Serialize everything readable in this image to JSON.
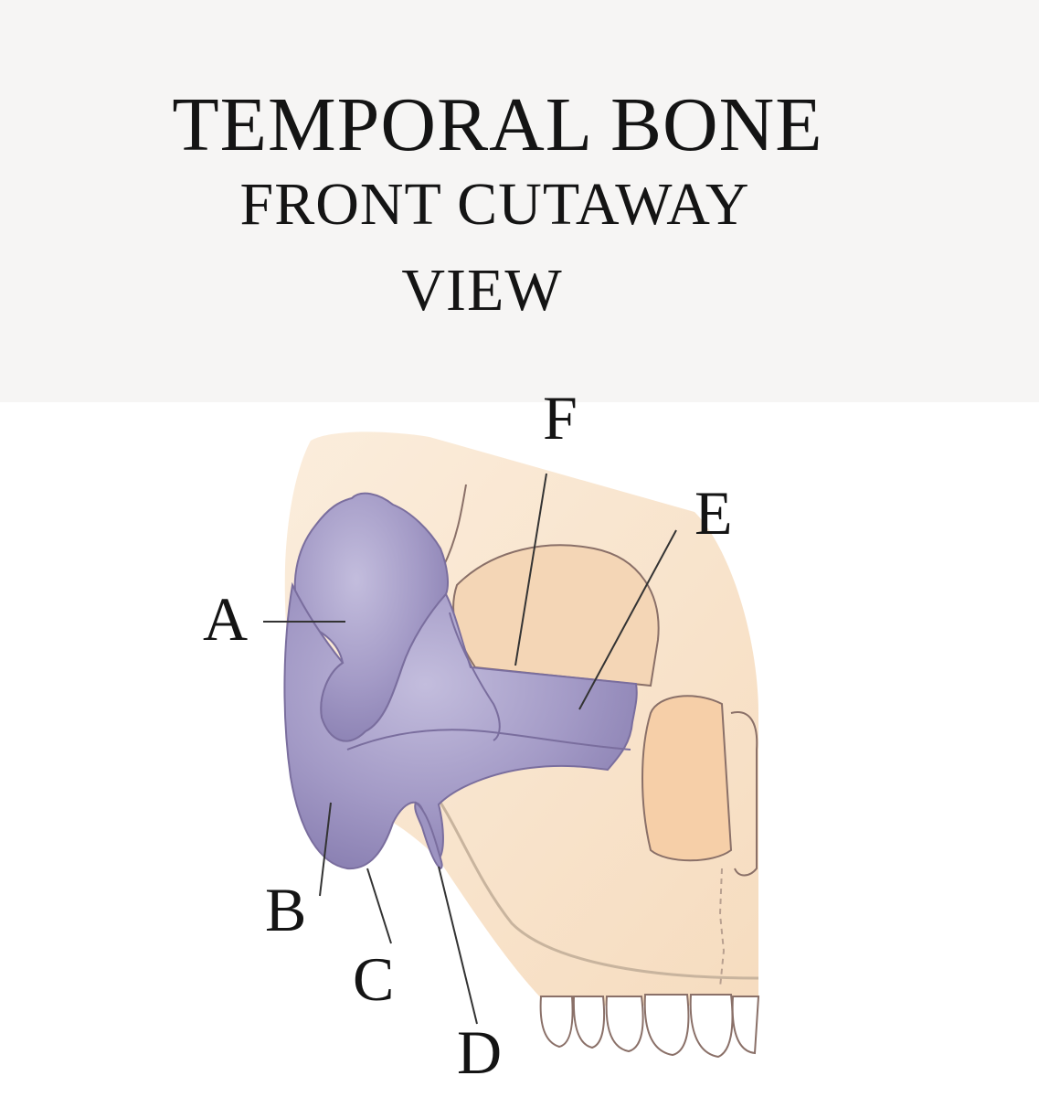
{
  "title": {
    "line1": "TEMPORAL BONE",
    "line2": "FRONT CUTAWAY",
    "line3": "VIEW"
  },
  "labels": [
    "A",
    "B",
    "C",
    "D",
    "E",
    "F"
  ],
  "colors": {
    "header_bg": "#f6f5f4",
    "skull_fill": "#f8e4cc",
    "orbit_fill": "#f6d8b8",
    "temporal_bone": "#a39ac6",
    "outline": "#8a7068",
    "text": "#141414"
  }
}
